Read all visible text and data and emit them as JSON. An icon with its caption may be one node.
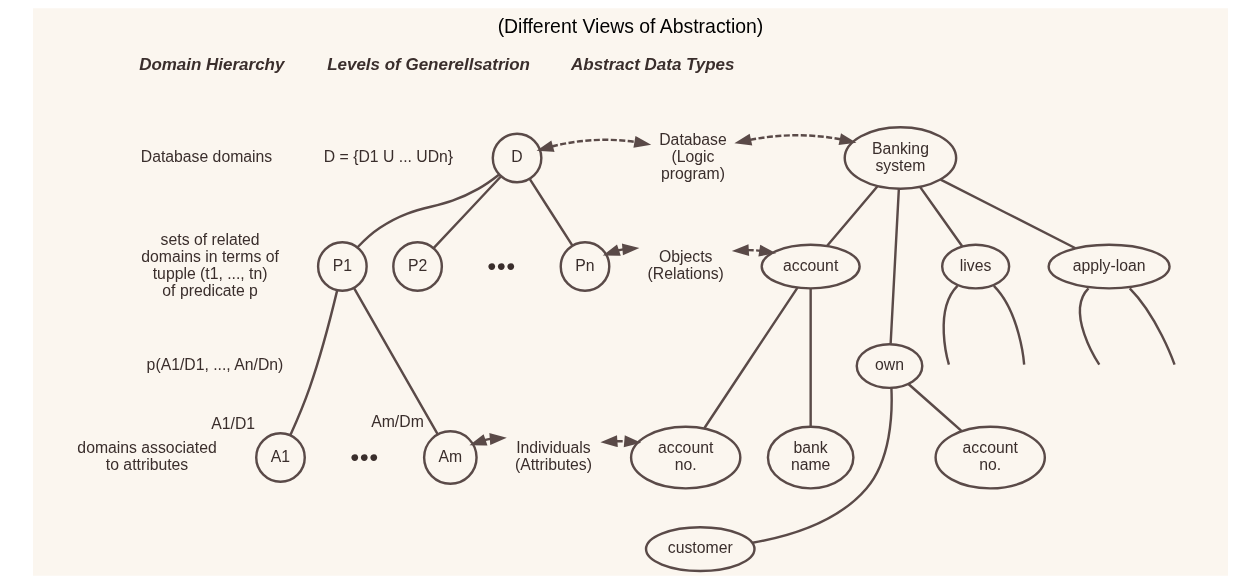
{
  "diagram": {
    "title": "(Different Views of Abstraction)",
    "nodes": [
      {
        "text": [
          "D"
        ]
      },
      {
        "text": [
          "Database (Logic program)"
        ]
      },
      {
        "text": [
          "Banking system"
        ]
      },
      {
        "text": [
          "P1"
        ]
      },
      {
        "text": [
          "P2"
        ]
      },
      {
        "text": [
          "Pn"
        ]
      },
      {
        "text": [
          "Objects (Relations)"
        ]
      },
      {
        "text": [
          "account"
        ]
      },
      {
        "text": [
          "lives"
        ]
      },
      {
        "text": [
          "apply-loan"
        ]
      },
      {
        "text": [
          "own"
        ]
      },
      {
        "text": [
          "A1"
        ],
        "beside": [
          "A1/D1"
        ]
      },
      {
        "text": [
          "Am"
        ],
        "beside": [
          "Am/Dm"
        ]
      },
      {
        "text": [
          "Individuals (Attributes)"
        ]
      },
      {
        "text": [
          "account no."
        ]
      },
      {
        "text": [
          "bank name"
        ]
      },
      {
        "text": [
          "account no."
        ]
      },
      {
        "text": [
          "customer"
        ]
      }
    ],
    "edges": [
      {
        "from": 0,
        "to": 1,
        "arrow": "both",
        "style": "dashed"
      },
      {
        "from": 1,
        "to": 2,
        "arrow": "both",
        "style": "dashed"
      },
      {
        "from": 0,
        "to": 3,
        "arrow": "none"
      },
      {
        "from": 0,
        "to": 4,
        "arrow": "none"
      },
      {
        "from": 0,
        "to": 5,
        "arrow": "none"
      },
      {
        "from": 5,
        "to": 6,
        "arrow": "both",
        "style": "dashed"
      },
      {
        "from": 6,
        "to": 7,
        "arrow": "both",
        "style": "dashed"
      },
      {
        "from": 2,
        "to": 7,
        "arrow": "none"
      },
      {
        "from": 2,
        "to": 8,
        "arrow": "none"
      },
      {
        "from": 2,
        "to": 10,
        "arrow": "none"
      },
      {
        "from": 2,
        "to": 9,
        "arrow": "none"
      },
      {
        "from": 8,
        "to": null,
        "arrow": "none"
      },
      {
        "from": 8,
        "to": null,
        "arrow": "none"
      },
      {
        "from": 9,
        "to": null,
        "arrow": "none"
      },
      {
        "from": 9,
        "to": null,
        "arrow": "none"
      },
      {
        "from": 3,
        "to": 11,
        "arrow": "none"
      },
      {
        "from": 3,
        "to": 12,
        "arrow": "none"
      },
      {
        "from": 12,
        "to": 13,
        "arrow": "both",
        "style": "dashed"
      },
      {
        "from": 13,
        "to": 14,
        "arrow": "both",
        "style": "dashed"
      },
      {
        "from": 7,
        "to": 14,
        "arrow": "none"
      },
      {
        "from": 7,
        "to": 15,
        "arrow": "none"
      },
      {
        "from": 10,
        "to": 17,
        "arrow": "none"
      },
      {
        "from": 10,
        "to": 16,
        "arrow": "none"
      }
    ],
    "labels": [
      "Domain Hierarchy",
      "Levels of Generellsatrion",
      "Abstract Data Types",
      "Database domains",
      "D = {D1 U ... UDn}",
      "sets of related domains in terms of tupple (t1, ..., tn) of predicate p",
      "●●●",
      "p(A1/D1, ..., An/Dn)",
      "domains associated to attributes",
      "●●●"
    ]
  }
}
